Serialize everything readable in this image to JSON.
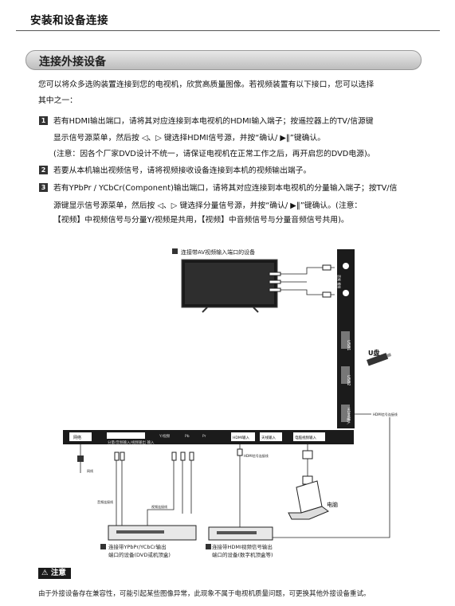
{
  "header": {
    "section": "安装和设备连接"
  },
  "banner": {
    "title": "连接外接设备"
  },
  "intro": {
    "line1": "您可以将众多选购装置连接到您的电视机，欣赏高质量图像。若视频装置有以下接口，您可以选择",
    "line2": "其中之一："
  },
  "items": [
    {
      "num": "1",
      "l1": "若有HDMI输出端口，请将其对应连接到本电视机的HDMI输入端子；按遥控器上的TV/信源键",
      "l2": "显示信号源菜单，然后按 ◁、▷ 键选择HDMI信号源，并按“确认/ ▶‖”键确认。",
      "l3": "(注意：因各个厂家DVD设计不统一，请保证电视机在正常工作之后，再开启您的DVD电源)。"
    },
    {
      "num": "2",
      "l1": "若要从本机输出视频信号，请将视频接收设备连接到本机的视频输出端子。"
    },
    {
      "num": "3",
      "l1": "若有YPbPr / YCbCr(Component)输出端口，请将其对应连接到本电视机的分量输入端子；按TV/信",
      "l2": "源键显示信号源菜单，然后按 ◁、▷ 键选择分量信号源，并按“确认/ ▶‖”键确认。(注意：",
      "l3": "【视频】中视频信号与分量Y/视频是共用，【视频】中音频信号与分量音频信号共用)。"
    }
  ],
  "diagram": {
    "av_label": "连接带AV视频输入端口的设备",
    "port_net": "网络",
    "port_comp": "分量/音频输入/视频输出 输入",
    "port_y": "Y/视频",
    "port_pb": "Pb",
    "port_pr": "Pr",
    "port_hdmi": "HDMI输入",
    "port_antenna": "天线输入",
    "port_cable": "电脑视频输入",
    "side_usb1": "USB1",
    "side_usb2": "USB2",
    "side_hdmi": "HDMI输入",
    "side_av": "音频 视频",
    "usb_label": "U盘",
    "hdmi_cable": "HDMI信号连接线",
    "hdmi_cable2": "HDMI信号连接线",
    "audio_cable": "音频连接线",
    "video_cable": "视频连接线",
    "pc_label": "电脑",
    "dvd_label_1": "连接带YPbPr/YCbCr输出",
    "dvd_label_2": "端口的设备(DVD或机顶盒)",
    "stb_label_1": "连接带HDMI视频信号输出",
    "stb_label_2": "端口的设备(数字机顶盒等)",
    "net_label": "网线"
  },
  "note": {
    "title": "注意",
    "text": "由于外接设备存在兼容性，可能引起某些图像异常，此现象不属于电视机质量问题，可更换其他外接设备重试。"
  }
}
